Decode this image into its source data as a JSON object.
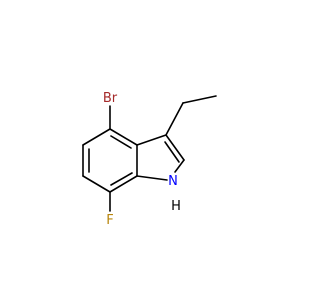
{
  "molecule": {
    "atoms": {
      "br": {
        "label": "Br",
        "color": "#a52a2a"
      },
      "f": {
        "label": "F",
        "color": "#b8860b"
      },
      "n": {
        "label": "N",
        "color": "#0000ff"
      },
      "h": {
        "label": "H",
        "color": "#000000"
      }
    }
  }
}
